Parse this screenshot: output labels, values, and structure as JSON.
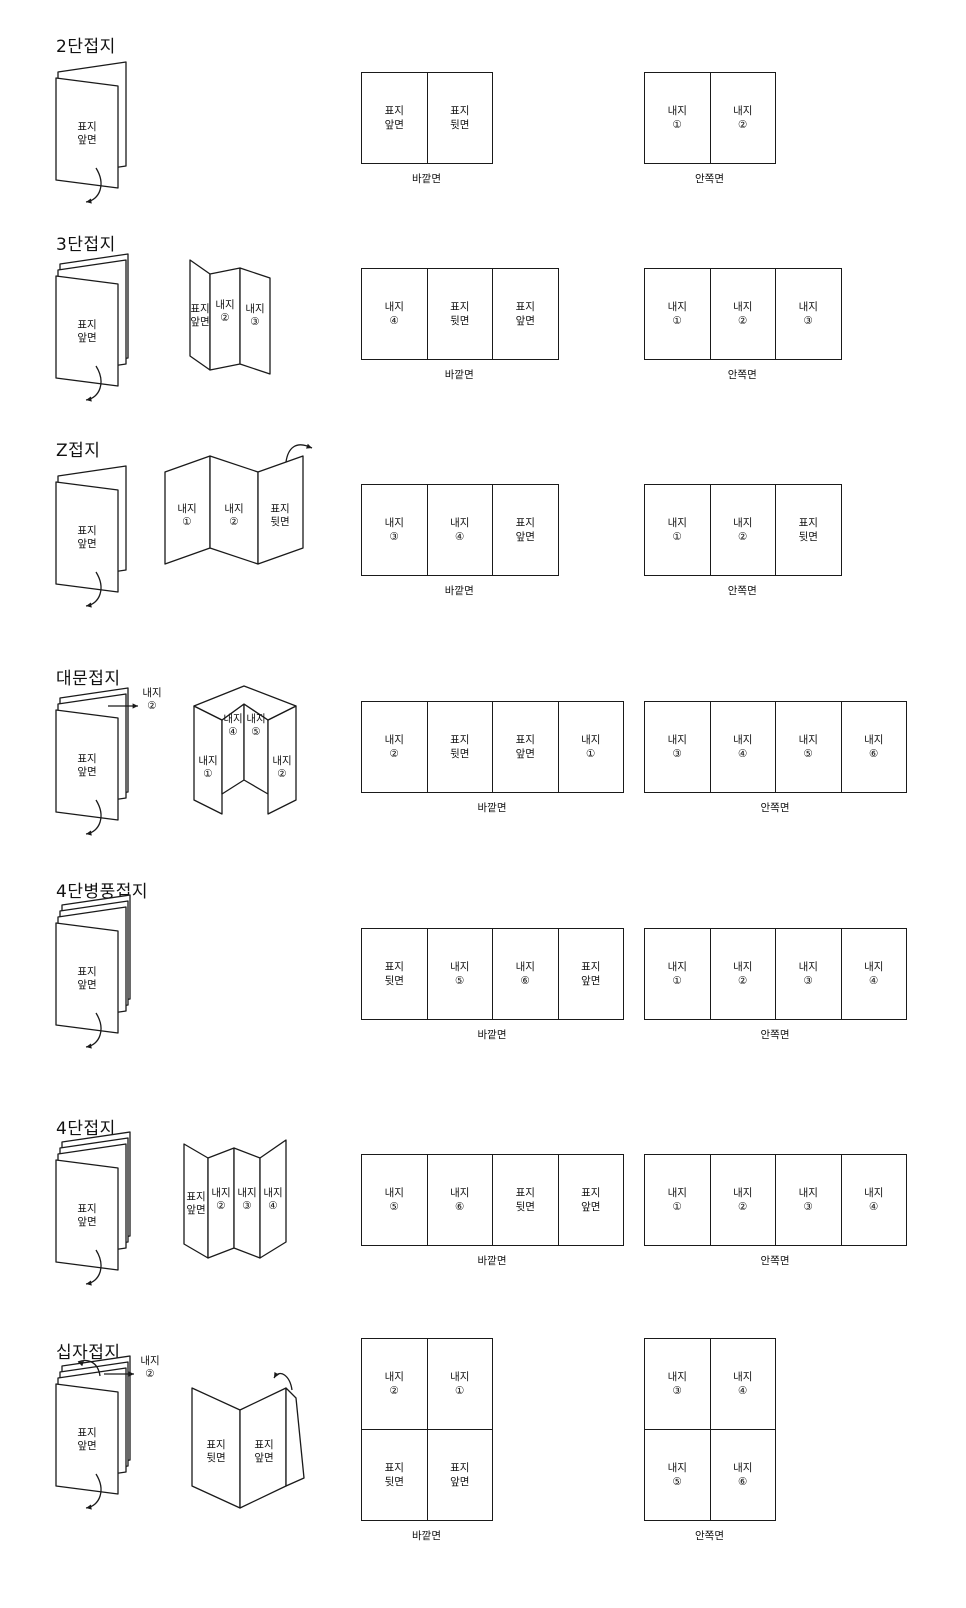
{
  "sections": [
    {
      "title": "2단접지",
      "outside": {
        "cols": 2,
        "rows": 1,
        "caption": "바깥면",
        "cells": [
          "표지\n앞면",
          "표지\n뒷면"
        ]
      },
      "inside": {
        "cols": 2,
        "rows": 1,
        "caption": "안쪽면",
        "cells": [
          "내지\n①",
          "내지\n②"
        ]
      }
    },
    {
      "title": "3단접지",
      "fold_labels": [
        "표지\n앞면",
        "내지\n②",
        "내지\n③"
      ],
      "outside": {
        "cols": 3,
        "rows": 1,
        "caption": "바깥면",
        "cells": [
          "내지\n④",
          "표지\n뒷면",
          "표지\n앞면"
        ]
      },
      "inside": {
        "cols": 3,
        "rows": 1,
        "caption": "안쪽면",
        "cells": [
          "내지\n①",
          "내지\n②",
          "내지\n③"
        ]
      }
    },
    {
      "title": "Z접지",
      "fold_labels": [
        "내지\n①",
        "내지\n②",
        "표지\n뒷면"
      ],
      "outside": {
        "cols": 3,
        "rows": 1,
        "caption": "바깥면",
        "cells": [
          "내지\n③",
          "내지\n④",
          "표지\n앞면"
        ]
      },
      "inside": {
        "cols": 3,
        "rows": 1,
        "caption": "안쪽면",
        "cells": [
          "내지\n①",
          "내지\n②",
          "표지\n뒷면"
        ]
      }
    },
    {
      "title": "대문접지",
      "side_label": "내지\n②",
      "fold_labels": [
        "내지\n①",
        "내지\n④",
        "내지\n⑤",
        "내지\n②"
      ],
      "outside": {
        "cols": 4,
        "rows": 1,
        "caption": "바깥면",
        "cells": [
          "내지\n②",
          "표지\n뒷면",
          "표지\n앞면",
          "내지\n①"
        ]
      },
      "inside": {
        "cols": 4,
        "rows": 1,
        "caption": "안쪽면",
        "cells": [
          "내지\n③",
          "내지\n④",
          "내지\n⑤",
          "내지\n⑥"
        ]
      }
    },
    {
      "title": "4단병풍접지",
      "outside": {
        "cols": 4,
        "rows": 1,
        "caption": "바깥면",
        "cells": [
          "표지\n뒷면",
          "내지\n⑤",
          "내지\n⑥",
          "표지\n앞면"
        ]
      },
      "inside": {
        "cols": 4,
        "rows": 1,
        "caption": "안쪽면",
        "cells": [
          "내지\n①",
          "내지\n②",
          "내지\n③",
          "내지\n④"
        ]
      }
    },
    {
      "title": "4단접지",
      "fold_labels": [
        "표지\n앞면",
        "내지\n②",
        "내지\n③",
        "내지\n④"
      ],
      "outside": {
        "cols": 4,
        "rows": 1,
        "caption": "바깥면",
        "cells": [
          "내지\n⑤",
          "내지\n⑥",
          "표지\n뒷면",
          "표지\n앞면"
        ]
      },
      "inside": {
        "cols": 4,
        "rows": 1,
        "caption": "안쪽면",
        "cells": [
          "내지\n①",
          "내지\n②",
          "내지\n③",
          "내지\n④"
        ]
      }
    },
    {
      "title": "십자접지",
      "side_label": "내지\n②",
      "fold_labels": [
        "표지\n뒷면",
        "표지\n앞면"
      ],
      "outside": {
        "cols": 2,
        "rows": 2,
        "caption": "바깥면",
        "cells": [
          "내지\n②",
          "내지\n①",
          "표지\n뒷면",
          "표지\n앞면"
        ]
      },
      "inside": {
        "cols": 2,
        "rows": 2,
        "caption": "안쪽면",
        "cells": [
          "내지\n③",
          "내지\n④",
          "내지\n⑤",
          "내지\n⑥"
        ]
      }
    }
  ],
  "cover_label": "표지\n앞면"
}
